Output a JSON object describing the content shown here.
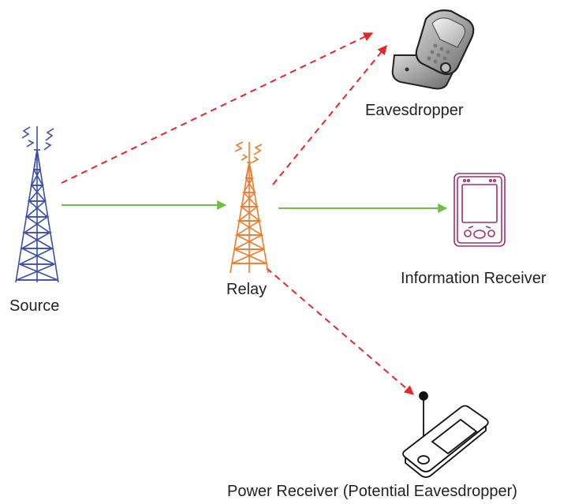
{
  "nodes": {
    "source": {
      "label": "Source"
    },
    "relay": {
      "label": "Relay"
    },
    "eavesdropper": {
      "label": "Eavesdropper"
    },
    "information_receiver": {
      "label": "Information Receiver"
    },
    "power_receiver": {
      "label": "Power Receiver (Potential Eavesdropper)"
    }
  },
  "links": [
    {
      "from": "source",
      "to": "relay",
      "style": "solid"
    },
    {
      "from": "relay",
      "to": "information_receiver",
      "style": "solid"
    },
    {
      "from": "source",
      "to": "eavesdropper",
      "style": "dashed"
    },
    {
      "from": "relay",
      "to": "eavesdropper",
      "style": "dashed"
    },
    {
      "from": "relay",
      "to": "power_receiver",
      "style": "dashed"
    }
  ],
  "colors": {
    "source_tower": "#3a4fa8",
    "relay_tower": "#f07a2a",
    "secure_link": "#6cbf3f",
    "eavesdrop_link": "#e8262a",
    "info_receiver_device": "#a0306e",
    "label_text": "#222222"
  }
}
